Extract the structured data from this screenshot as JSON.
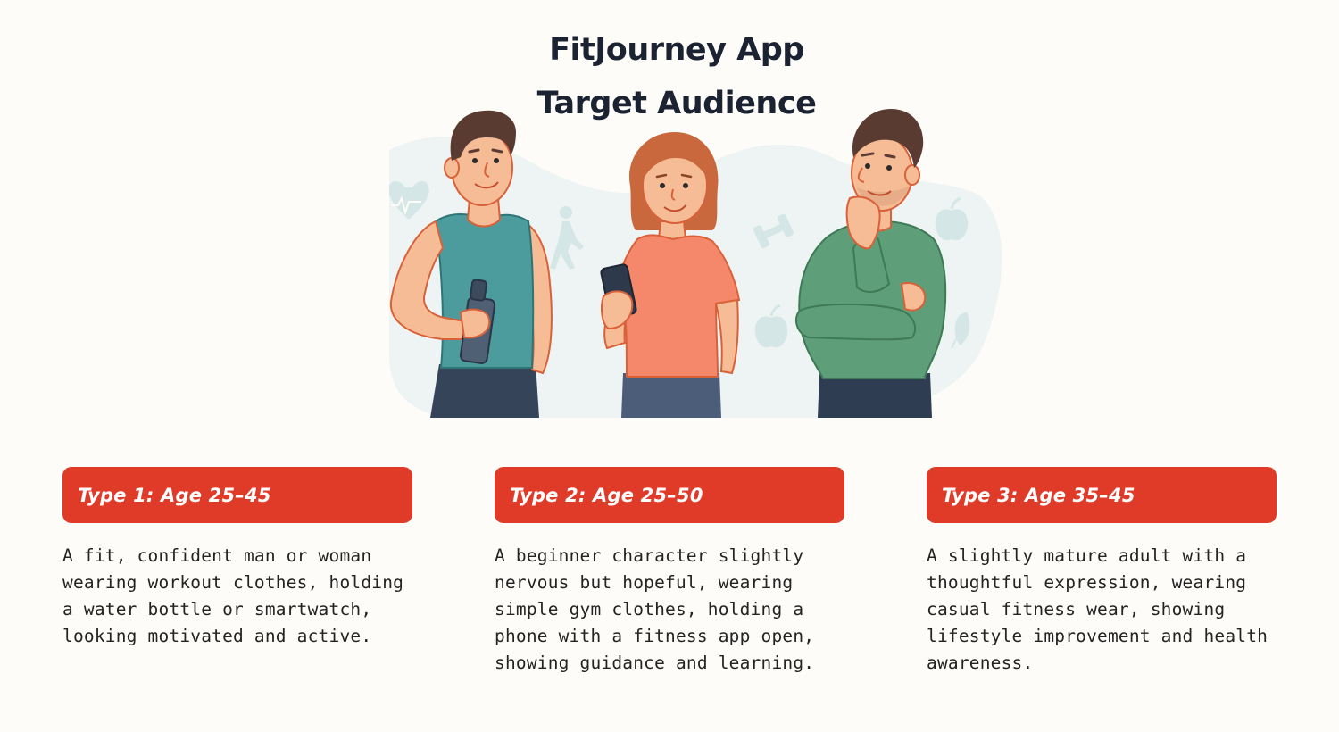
{
  "header": {
    "title_line1": "FitJourney App",
    "title_line2": "Target Audience"
  },
  "illustration": {
    "characters": [
      {
        "name": "fit-man",
        "shirt": "teal tank top",
        "holding": "water bottle"
      },
      {
        "name": "beginner-woman",
        "shirt": "coral t-shirt",
        "holding": "phone"
      },
      {
        "name": "thoughtful-man",
        "shirt": "green sweater",
        "pose": "hand on chin"
      }
    ],
    "background_icons": [
      "heart-rate-icon",
      "walking-person-icon",
      "dumbbell-icon",
      "apple-icon",
      "apple-icon",
      "leaf-icon"
    ]
  },
  "colors": {
    "background": "#FDFCF8",
    "accent_red": "#E03A28",
    "title_text": "#1B2232",
    "body_text": "#232323"
  },
  "cards": [
    {
      "label": "Type 1: Age 25–45",
      "description": "A fit, confident man or woman wearing workout clothes, holding a water bottle or smartwatch, looking motivated and active."
    },
    {
      "label": "Type 2: Age 25–50",
      "description": "A beginner character slightly nervous but hopeful, wearing simple gym clothes, holding a phone with a fitness app open, showing guidance and learning."
    },
    {
      "label": "Type 3: Age 35–45",
      "description": "A slightly mature adult with a thoughtful expression, wearing casual fitness wear, showing lifestyle improvement and health awareness."
    }
  ]
}
